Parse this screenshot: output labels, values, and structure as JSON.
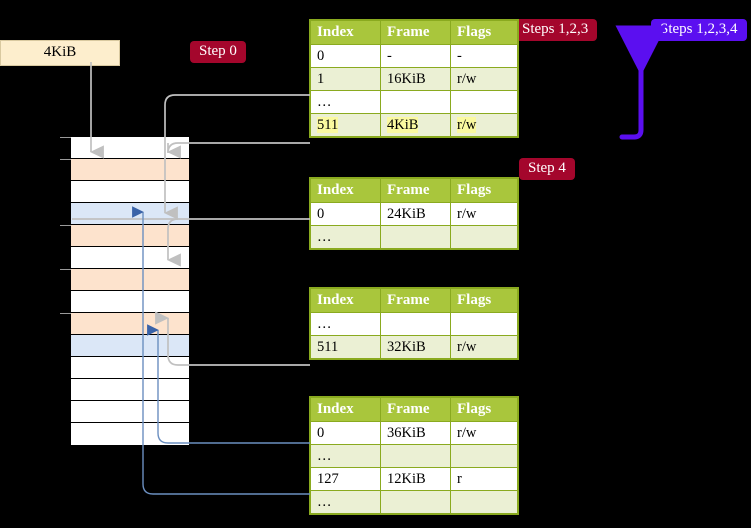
{
  "labels": {
    "kib_box": "4KiB",
    "step0": "Step 0",
    "step4": "Step 4",
    "steps123": "Steps 1,2,3",
    "steps1234": "Steps 1,2,3,4"
  },
  "colors": {
    "table_header_green": "#a9c63c",
    "table_row_alt": "#ebf0d4",
    "highlight_yellow": "#faf9a0",
    "pill_red": "#a4062c",
    "pill_blue": "#5b0ff0",
    "mem_orange": "#fde3cd",
    "mem_blue": "#dbe7f7",
    "kib_box_bg": "#fdeecd",
    "connector_gray": "#b4b4b4",
    "connector_blue": "#6b8fc0",
    "arrow_blue": "#3a63a8"
  },
  "columns": [
    "Index",
    "Frame",
    "Flags"
  ],
  "tables": [
    {
      "id": "pml4-table",
      "rows": [
        {
          "index": "0",
          "frame": "-",
          "flags": "-",
          "highlight": false
        },
        {
          "index": "1",
          "frame": "16KiB",
          "flags": "r/w",
          "highlight": false
        },
        {
          "index": "…",
          "frame": "",
          "flags": "",
          "highlight": false
        },
        {
          "index": "511",
          "frame": "4KiB",
          "flags": "r/w",
          "highlight": true
        }
      ]
    },
    {
      "id": "pdpt-table",
      "rows": [
        {
          "index": "0",
          "frame": "24KiB",
          "flags": "r/w",
          "highlight": false
        },
        {
          "index": "…",
          "frame": "",
          "flags": "",
          "highlight": false
        }
      ]
    },
    {
      "id": "pd-table",
      "rows": [
        {
          "index": "…",
          "frame": "",
          "flags": "",
          "highlight": false
        },
        {
          "index": "511",
          "frame": "32KiB",
          "flags": "r/w",
          "highlight": false
        }
      ]
    },
    {
      "id": "pt-table",
      "rows": [
        {
          "index": "0",
          "frame": "36KiB",
          "flags": "r/w",
          "highlight": false
        },
        {
          "index": "…",
          "frame": "",
          "flags": "",
          "highlight": false
        },
        {
          "index": "127",
          "frame": "12KiB",
          "flags": "r",
          "highlight": false
        },
        {
          "index": "…",
          "frame": "",
          "flags": "",
          "highlight": false
        }
      ]
    }
  ],
  "memory_column": {
    "rows": [
      {
        "fill": "white",
        "tick": true
      },
      {
        "fill": "orange",
        "tick": true
      },
      {
        "fill": "white",
        "tick": false
      },
      {
        "fill": "blue",
        "tick": false
      },
      {
        "fill": "orange",
        "tick": true
      },
      {
        "fill": "white",
        "tick": false
      },
      {
        "fill": "orange",
        "tick": true
      },
      {
        "fill": "white",
        "tick": false
      },
      {
        "fill": "orange",
        "tick": true
      },
      {
        "fill": "blue",
        "tick": false
      },
      {
        "fill": "white",
        "tick": false
      },
      {
        "fill": "white",
        "tick": false
      },
      {
        "fill": "white",
        "tick": false
      },
      {
        "fill": "white",
        "tick": false
      }
    ]
  }
}
